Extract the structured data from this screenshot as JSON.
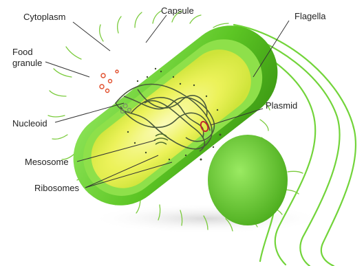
{
  "diagram": {
    "labels": {
      "cytoplasm": "Cytoplasm",
      "capsule": "Capsule",
      "flagella": "Flagella",
      "food_granule_line1": "Food",
      "food_granule_line2": "granule",
      "plasmid": "Plasmid",
      "nucleoid": "Nucleoid",
      "mesosome": "Mesosome",
      "ribosomes": "Ribosomes"
    },
    "colors": {
      "capsule_outer": "#5cc524",
      "capsule_dark": "#3f9e14",
      "cell_wall": "#8ee04a",
      "cytoplasm": "#e8f24a",
      "cytoplasm_light": "#f6f79a",
      "nucleoid": "#4a5a3a",
      "plasmid": "#c0272d",
      "food_granule": "#e14d2a",
      "flagella": "#72d43a",
      "pili": "#7acb3c"
    }
  }
}
